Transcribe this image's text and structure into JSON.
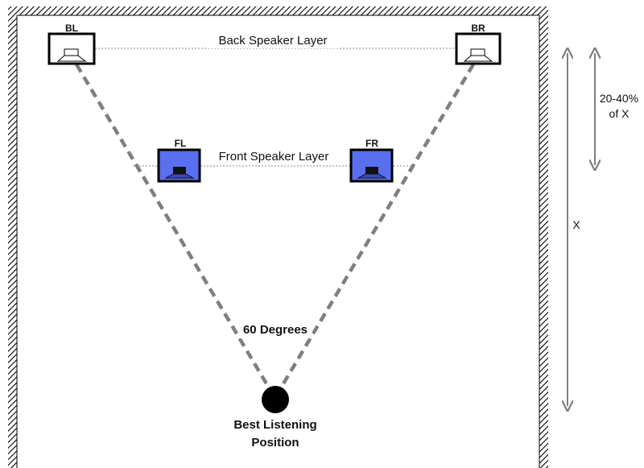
{
  "colors": {
    "front_speaker_fill": "#5a6ff0",
    "back_speaker_fill": "#ffffff",
    "cone_line": "#808080",
    "listener": "#000000",
    "wall_hatch": "#000000",
    "arrow": "#808080"
  },
  "speakers": {
    "back_left": "BL",
    "back_right": "BR",
    "front_left": "FL",
    "front_right": "FR"
  },
  "layers": {
    "back": "Back Speaker Layer",
    "front": "Front Speaker Layer"
  },
  "angle_label": "60 Degrees",
  "listener": {
    "line1": "Best Listening",
    "line2": "Position"
  },
  "dimensions": {
    "total_label": "X",
    "partial_line1": "20-40%",
    "partial_line2": "of X"
  }
}
